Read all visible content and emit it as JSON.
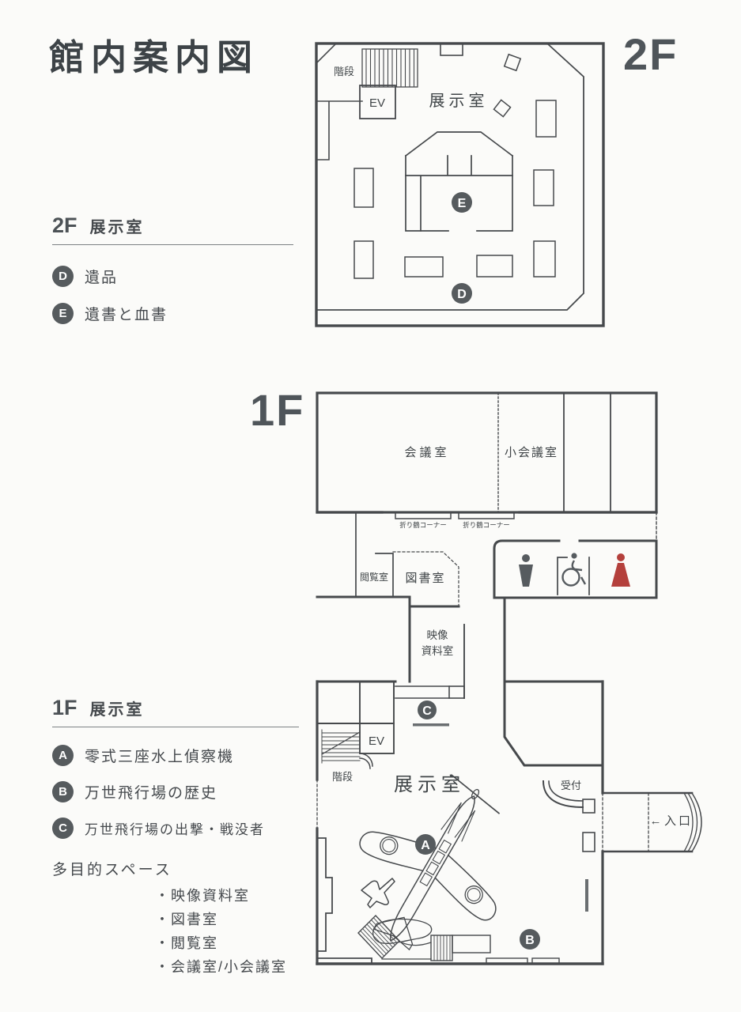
{
  "title": "館内案内図",
  "colors": {
    "line": "#46494c",
    "text": "#45494d",
    "marker_bg": "#565b5e",
    "male_icon": "#565b5f",
    "female_icon": "#b4403c"
  },
  "floor2": {
    "big_label": "2F",
    "plan": {
      "stairs": "階段",
      "elevator": "EV",
      "exhibition_room": "展示室"
    },
    "legend": {
      "floor": "2F",
      "heading": "展示室",
      "items": [
        {
          "marker": "D",
          "label": "遺品"
        },
        {
          "marker": "E",
          "label": "遺書と血書"
        }
      ]
    }
  },
  "floor1": {
    "big_label": "1F",
    "plan": {
      "meeting_room": "会議室",
      "small_meeting_room": "小会議室",
      "crane_corner": "折り鶴コーナー",
      "reading_room": "閲覧室",
      "library": "図書室",
      "av_room_line1": "映像",
      "av_room_line2": "資料室",
      "elevator": "EV",
      "stairs": "階段",
      "exhibition_room": "展示室",
      "reception": "受付",
      "entrance_arrow": "←",
      "entrance": "入口"
    },
    "legend": {
      "floor": "1F",
      "heading": "展示室",
      "items": [
        {
          "marker": "A",
          "label": "零式三座水上偵察機"
        },
        {
          "marker": "B",
          "label": "万世飛行場の歴史"
        },
        {
          "marker": "C",
          "label": "万世飛行場の出撃・戦没者"
        }
      ],
      "multi_heading": "多目的スペース",
      "multi_items": [
        "・映像資料室",
        "・図書室",
        "・閲覧室",
        "・会議室/小会議室"
      ]
    }
  },
  "markers": {
    "a": "A",
    "b": "B",
    "c": "C",
    "d": "D",
    "e": "E"
  }
}
